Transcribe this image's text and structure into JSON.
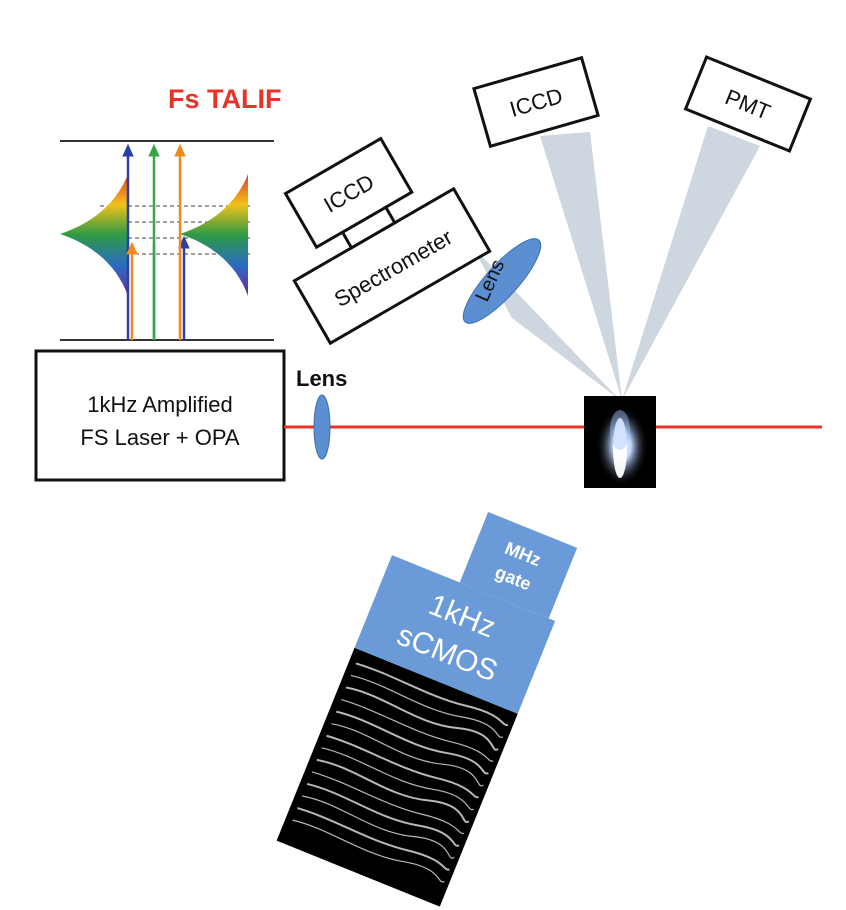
{
  "title": "Fs TALIF",
  "laser": {
    "line1": "1kHz Amplified",
    "line2": "FS Laser + OPA"
  },
  "labels": {
    "lens_main": "Lens",
    "lens_tilted": "Lens",
    "spectrometer": "Spectrometer",
    "iccd_spectrometer": "ICCD",
    "iccd_top": "ICCD",
    "pmt": "PMT",
    "camera_line1": "1kHz",
    "camera_line2": "sCMOS",
    "gate_line1": "MHz",
    "gate_line2": "gate"
  },
  "colors": {
    "title": "#e8332a",
    "laser_beam": "#e8332a",
    "lens_fill": "#5b8fd1",
    "camera_fill": "#6a9bd8",
    "cone": "#c9d1dc",
    "arrow_blue": "#2b3fa8",
    "arrow_green": "#3aa548",
    "arrow_orange": "#ee8a1f"
  }
}
